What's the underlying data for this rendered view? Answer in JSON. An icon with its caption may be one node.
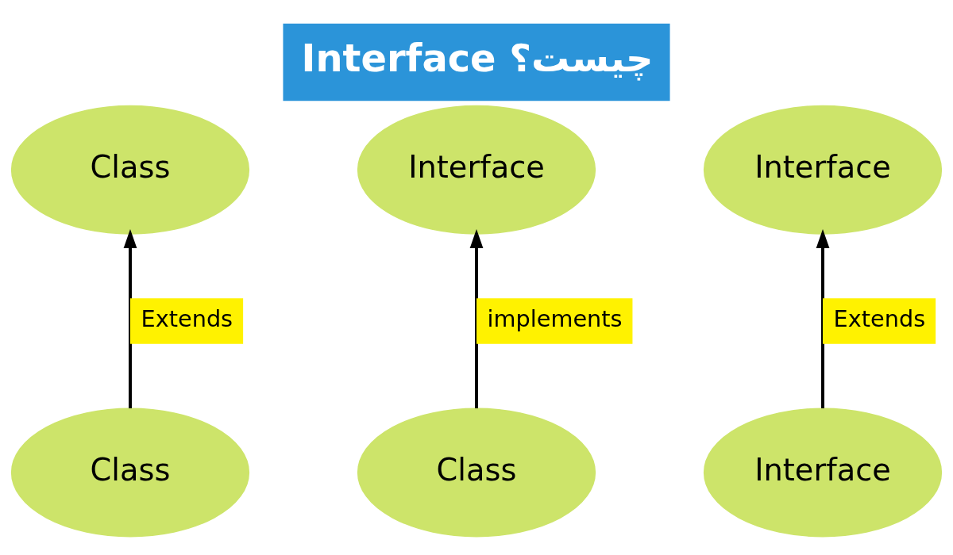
{
  "diagram": {
    "title": "Interface چیست؟",
    "nodes": [
      {
        "text": [
          "Class"
        ]
      },
      {
        "text": [
          "Interface"
        ]
      },
      {
        "text": [
          "Interface"
        ]
      },
      {
        "text": [
          "Class"
        ]
      },
      {
        "text": [
          "Class"
        ]
      },
      {
        "text": [
          "Interface"
        ]
      }
    ],
    "edges": [
      {
        "from": 3,
        "to": 0,
        "arrow": "to",
        "label": "Extends"
      },
      {
        "from": 4,
        "to": 1,
        "arrow": "to",
        "label": "implements"
      },
      {
        "from": 5,
        "to": 2,
        "arrow": "to",
        "label": "Extends"
      }
    ]
  }
}
